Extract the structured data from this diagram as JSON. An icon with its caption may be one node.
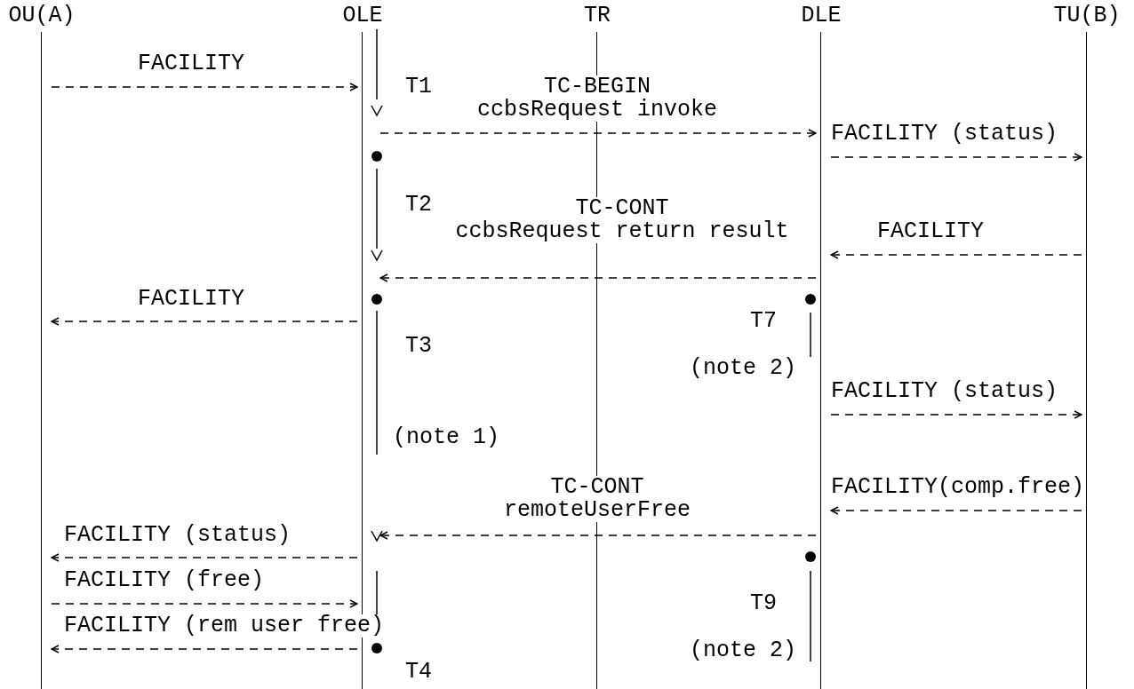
{
  "diagram": {
    "nodes": [
      {
        "text": [
          "OU(A)"
        ]
      },
      {
        "text": [
          "OLE"
        ]
      },
      {
        "text": [
          "TR"
        ]
      },
      {
        "text": [
          "DLE"
        ]
      },
      {
        "text": [
          "TU(B)"
        ]
      }
    ],
    "edges": [
      {
        "from": 0,
        "to": 1,
        "arrow": "to",
        "label": "FACILITY",
        "style": "dashed"
      },
      {
        "from": 1,
        "to": 3,
        "arrow": "to",
        "label": "TC-BEGIN ccbsRequest invoke",
        "style": "dashed"
      },
      {
        "from": 3,
        "to": 4,
        "arrow": "to",
        "label": "FACILITY (status)",
        "style": "dashed"
      },
      {
        "from": 4,
        "to": 3,
        "arrow": "to",
        "label": "FACILITY",
        "style": "dashed"
      },
      {
        "from": 3,
        "to": 1,
        "arrow": "to",
        "label": "TC-CONT ccbsRequest return result",
        "style": "dashed"
      },
      {
        "from": 1,
        "to": 0,
        "arrow": "to",
        "label": "FACILITY",
        "style": "dashed"
      },
      {
        "from": 3,
        "to": 4,
        "arrow": "to",
        "label": "FACILITY (status)",
        "style": "dashed"
      },
      {
        "from": 4,
        "to": 3,
        "arrow": "to",
        "label": "FACILITY(comp.free)",
        "style": "dashed"
      },
      {
        "from": 3,
        "to": 1,
        "arrow": "to",
        "label": "TC-CONT remoteUserFree",
        "style": "dashed"
      },
      {
        "from": 1,
        "to": 0,
        "arrow": "to",
        "label": "FACILITY (status)",
        "style": "dashed"
      },
      {
        "from": 0,
        "to": 1,
        "arrow": "to",
        "label": "FACILITY (free)",
        "style": "dashed"
      },
      {
        "from": 1,
        "to": 0,
        "arrow": "to",
        "label": "FACILITY (rem user free)",
        "style": "dashed"
      }
    ],
    "labels": [
      "T1",
      "T2",
      "T7",
      "T3",
      "(note 2)",
      "(note 1)",
      "T9",
      "(note 2)",
      "T4"
    ]
  }
}
